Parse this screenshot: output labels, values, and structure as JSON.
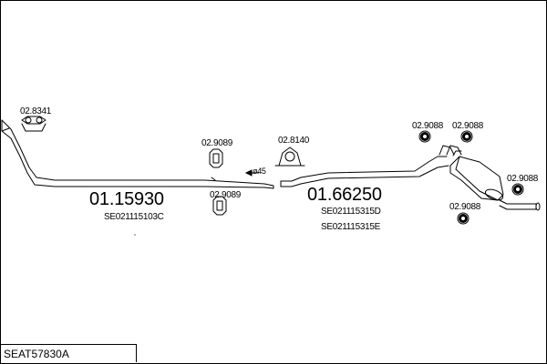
{
  "title": "SEAT57830A",
  "parts": {
    "front_pipe": {
      "number": "01.15930",
      "code": "SE021115103C"
    },
    "rear_section": {
      "number": "01.66250",
      "codes": [
        "SE021115315D",
        "SE021115315E"
      ]
    }
  },
  "fittings": {
    "clamp_front": "02.8341",
    "ring_upper_front": "02.9089",
    "ring_lower_front": "02.9089",
    "hanger_mid": "02.8140",
    "ring_rear_1": "02.9088",
    "ring_rear_2": "02.9088",
    "ring_rear_3": "02.9088",
    "ring_rear_4": "02.9088"
  },
  "diameter_label": "ø45"
}
